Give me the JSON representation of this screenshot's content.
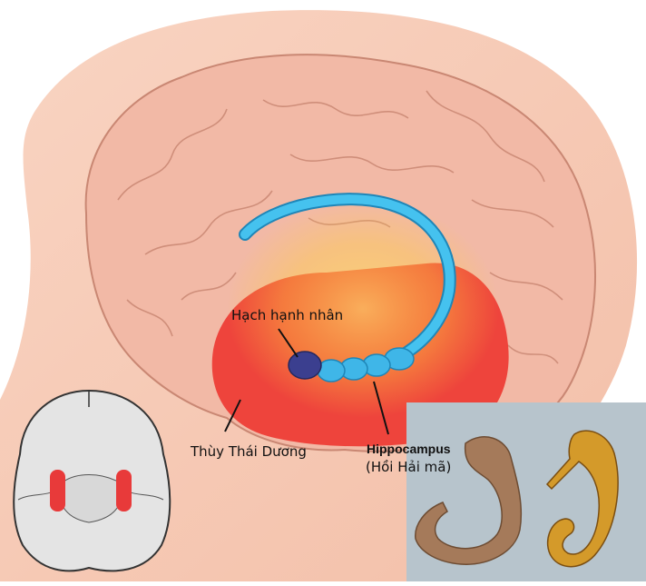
{
  "labels": {
    "amygdala": "Hạch hạnh nhân",
    "temporal_lobe": "Thùy Thái Dương",
    "hippocampus": "Hippocampus",
    "hippocampus_vi": "(Hồi Hải mã)"
  },
  "colors": {
    "background": "#ffffff",
    "head_skin": "#f6c9b4",
    "brain": "#f2b9a6",
    "brain_outline": "#c98773",
    "temporal_lobe": "#ee3a33",
    "glow": "#ffd54a",
    "hippocampus": "#35b4e6",
    "amygdala": "#3b3f8f",
    "inset_brain": "#e4e4e4",
    "inset_highlight": "#e83a3a",
    "photo_bg": "#b7c4cc",
    "hippocampus_specimen": "#a57a5a",
    "seahorse": "#d49a2a"
  }
}
